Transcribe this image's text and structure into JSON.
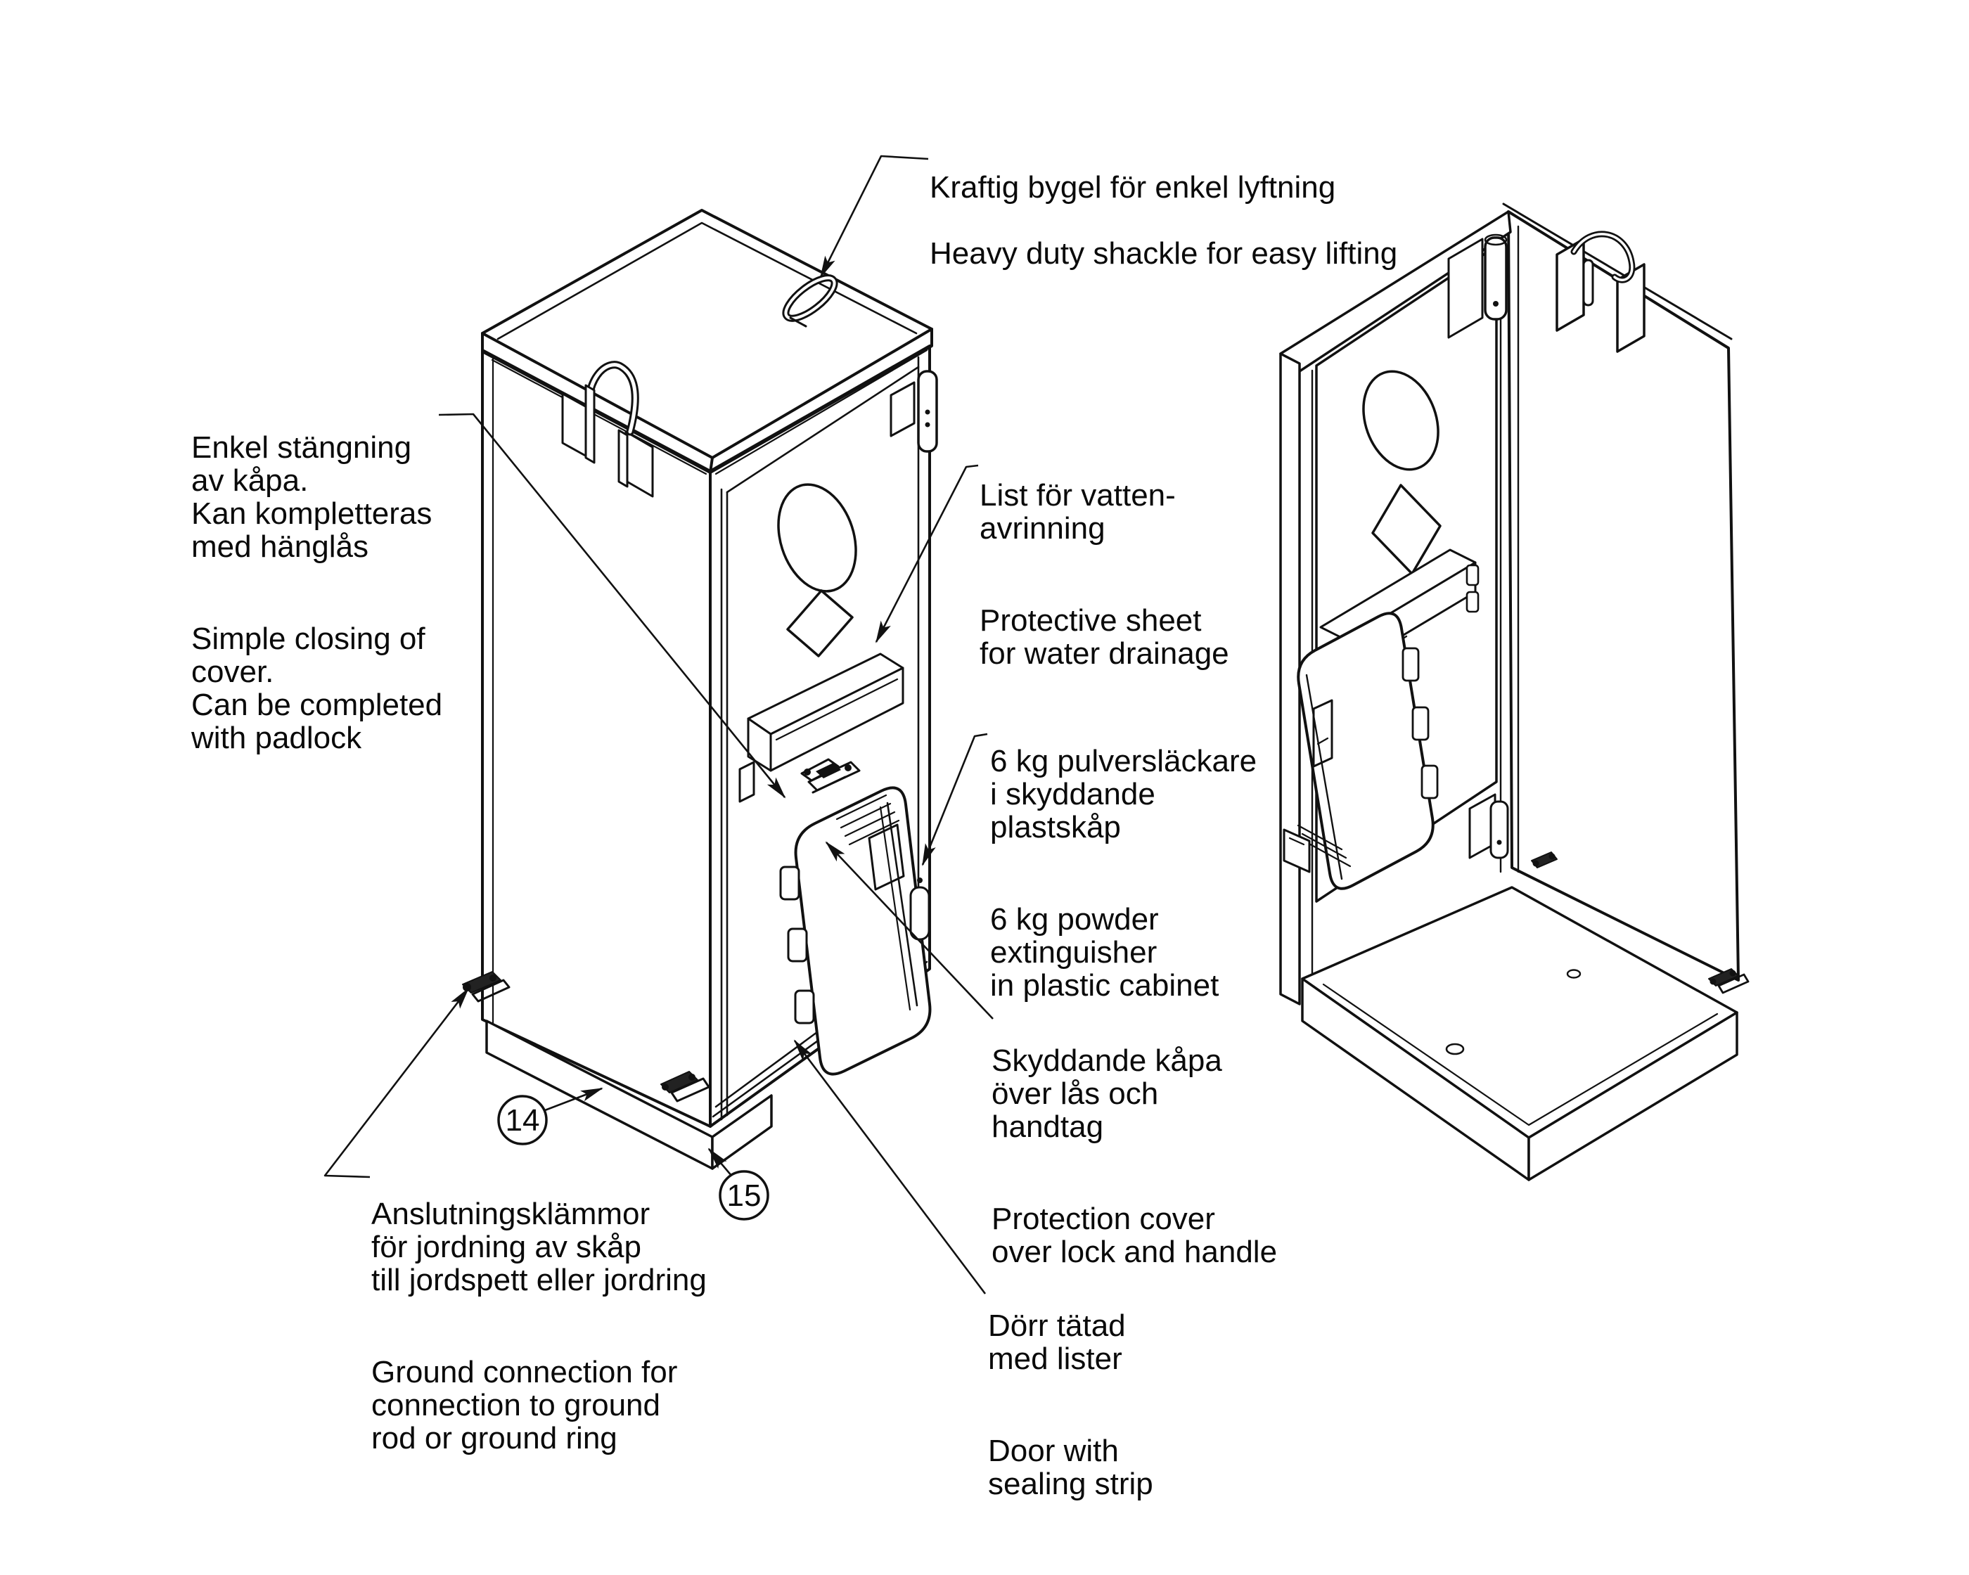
{
  "figure": {
    "background": "#ffffff",
    "line_color": "#111111",
    "description": "Technical line diagram of an outdoor fire-extinguisher cabinet, closed view with mounted extinguisher box (left) and opened cover view (right)"
  },
  "labels": {
    "shackle": {
      "sv": "Kraftig bygel för enkel lyftning",
      "en": "Heavy duty shackle for easy lifting"
    },
    "closing": {
      "sv": "Enkel stängning\nav kåpa.\nKan kompletteras\nmed hänglås",
      "en": "Simple closing of\ncover.\nCan be completed\nwith padlock"
    },
    "drainage": {
      "sv": "List för vatten-\navrinning",
      "en": "Protective sheet\nfor water drainage"
    },
    "extinguisher": {
      "sv": "6 kg pulversläckare\ni skyddande\nplastskåp",
      "en": "6 kg powder\nextinguisher\nin plastic cabinet"
    },
    "protection_cover": {
      "sv": "Skyddande kåpa\növer lås och\nhandtag",
      "en": "Protection cover\nover lock and handle"
    },
    "door_seal": {
      "sv": "Dörr tätad\nmed lister",
      "en": "Door with\nsealing strip"
    },
    "ground": {
      "sv": "Anslutningsklämmor\nför jordning av skåp\ntill jordspett eller jordring",
      "en": "Ground connection for\nconnection to ground\nrod or ground ring"
    }
  },
  "callouts": {
    "c14": "14",
    "c15": "15"
  }
}
